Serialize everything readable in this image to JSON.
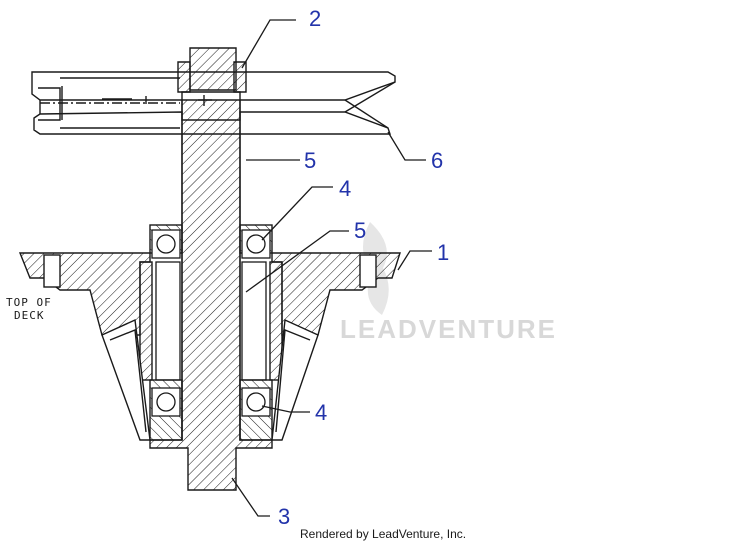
{
  "colors": {
    "background": "#ffffff",
    "line": "#1a1a1a",
    "callout_text": "#2233aa",
    "watermark": "#d8d8d8"
  },
  "callouts": {
    "c1": "1",
    "c2": "2",
    "c3": "3",
    "c4_top": "4",
    "c4_bottom": "4",
    "c5_top": "5",
    "c5_mid": "5",
    "c6": "6"
  },
  "deck_note": {
    "line1": "TOP OF",
    "line2": "DECK"
  },
  "watermark": "LEADVENTURE",
  "footer": "Rendered by LeadVenture, Inc."
}
